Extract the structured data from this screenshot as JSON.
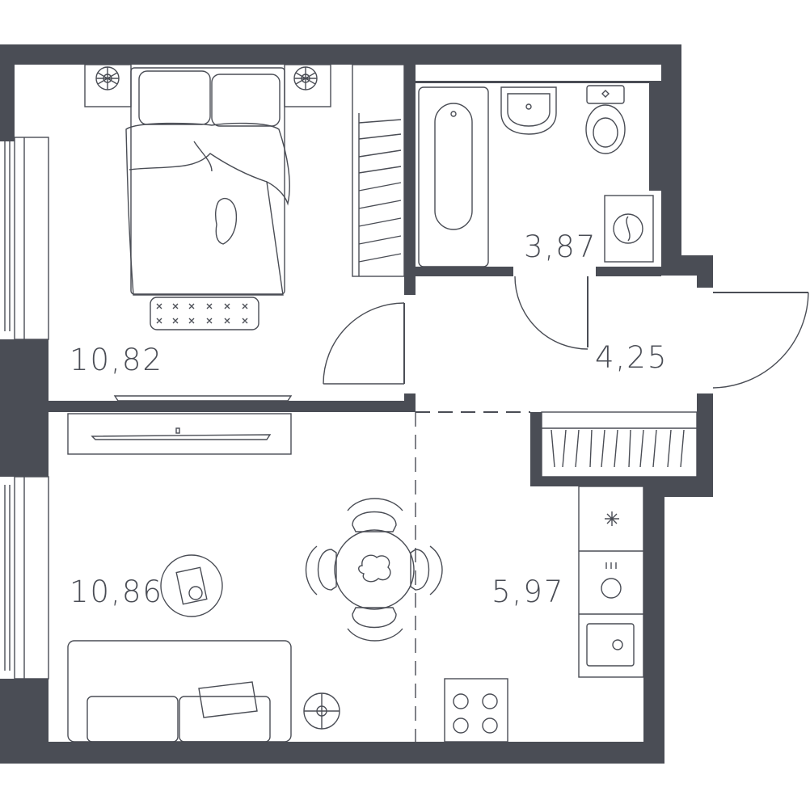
{
  "plan": {
    "rooms": [
      {
        "id": "bedroom",
        "area": "10,82"
      },
      {
        "id": "bathroom",
        "area": "3,87"
      },
      {
        "id": "hallway",
        "area": "4,25"
      },
      {
        "id": "living-room",
        "area": "10,86"
      },
      {
        "id": "kitchen",
        "area": "5,97"
      }
    ]
  },
  "colors": {
    "wall": "#4a4d55",
    "background": "#ffffff",
    "line": "#4a4d55"
  }
}
